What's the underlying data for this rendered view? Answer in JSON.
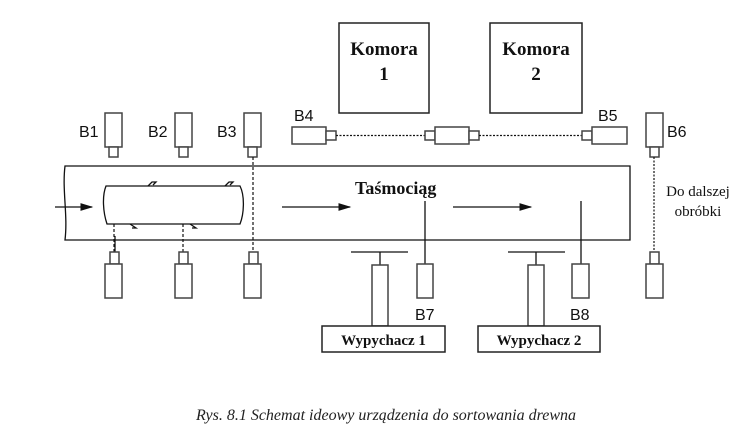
{
  "diagram": {
    "chambers": [
      {
        "label_line1": "Komora",
        "label_line2": "1"
      },
      {
        "label_line1": "Komora",
        "label_line2": "2"
      }
    ],
    "conveyor": {
      "label": "Taśmociąg"
    },
    "sensors": {
      "b1": "B1",
      "b2": "B2",
      "b3": "B3",
      "b4": "B4",
      "b5": "B5",
      "b6": "B6",
      "b7": "B7",
      "b8": "B8"
    },
    "pushers": [
      {
        "label": "Wypychacz 1"
      },
      {
        "label": "Wypychacz 2"
      }
    ],
    "exit_label_line1": "Do dalszej",
    "exit_label_line2": "obróbki",
    "caption": "Rys. 8.1 Schemat ideowy urządzenia do sortowania drewna"
  }
}
